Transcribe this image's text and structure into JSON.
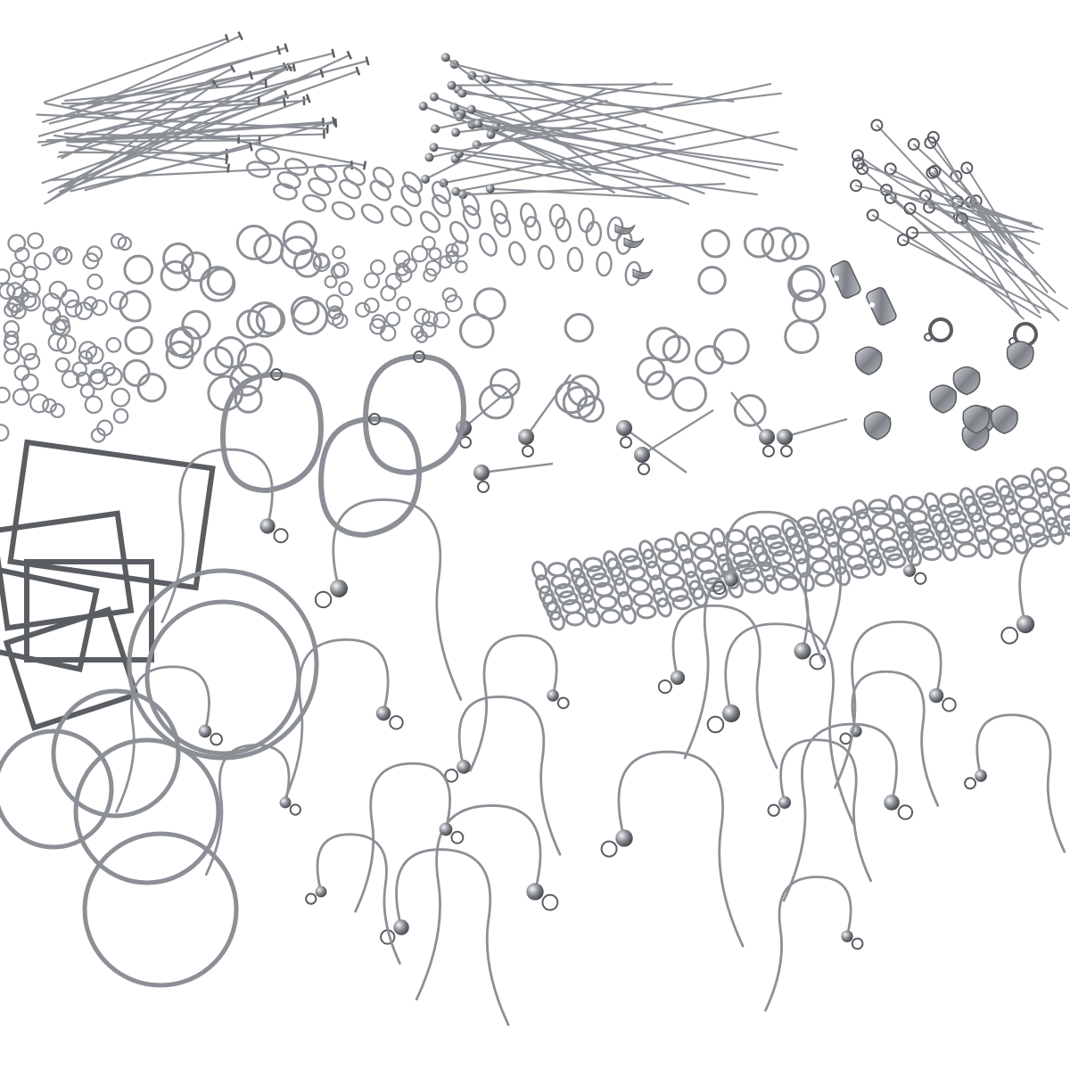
{
  "photo": {
    "background": "#ffffff",
    "palette": {
      "metal_dark": "#5a5d62",
      "metal_mid": "#8c9096",
      "metal_light": "#c4c7cc",
      "highlight": "#f2f3f5"
    },
    "groups": [
      {
        "name": "flat-head-pins",
        "icon": "flat-head-pin"
      },
      {
        "name": "ball-head-pins",
        "icon": "ball-head-pin"
      },
      {
        "name": "eye-pins",
        "icon": "eye-pin"
      },
      {
        "name": "extender-chains",
        "icon": "extender-chain"
      },
      {
        "name": "jump-rings-small",
        "icon": "jump-ring"
      },
      {
        "name": "jump-rings-large",
        "icon": "jump-ring"
      },
      {
        "name": "crimp-ends",
        "icon": "crimp-end"
      },
      {
        "name": "spring-clasps",
        "icon": "spring-ring-clasp"
      },
      {
        "name": "ear-nuts",
        "icon": "earring-back"
      },
      {
        "name": "ball-post-studs",
        "icon": "ball-stud"
      },
      {
        "name": "leverback-hooks",
        "icon": "leverback"
      },
      {
        "name": "square-frames",
        "icon": "square-frame"
      },
      {
        "name": "round-hoops",
        "icon": "round-hoop"
      },
      {
        "name": "cable-chain",
        "icon": "cable-chain"
      },
      {
        "name": "fish-hook-earwires",
        "icon": "fish-hook"
      }
    ]
  }
}
